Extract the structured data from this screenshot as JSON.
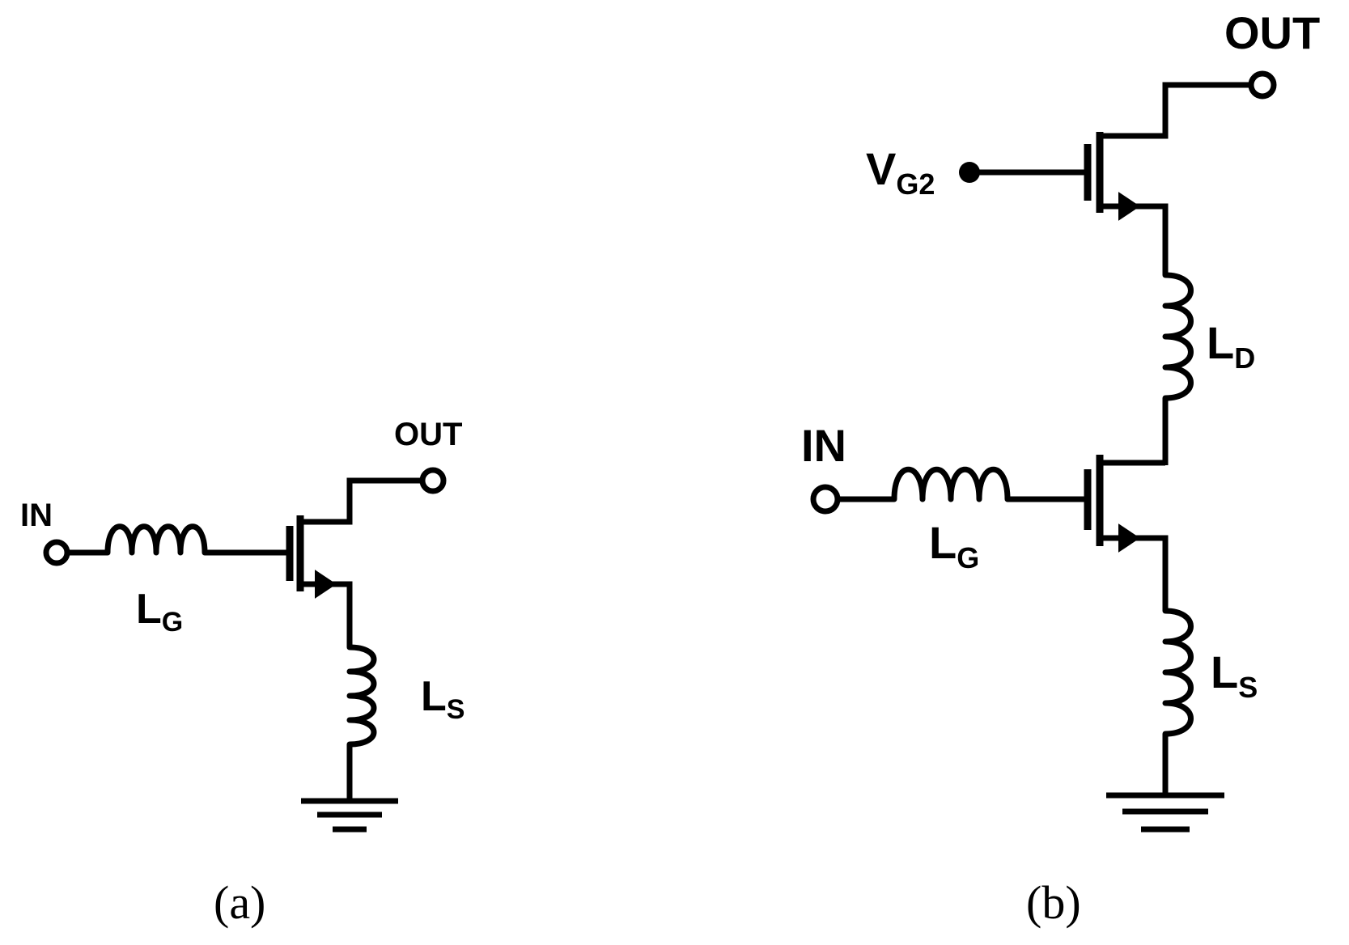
{
  "circuit_a": {
    "caption": "(a)",
    "in_label": "IN",
    "out_label": "OUT",
    "lg_main": "L",
    "lg_sub": "G",
    "ls_main": "L",
    "ls_sub": "S"
  },
  "circuit_b": {
    "caption": "(b)",
    "in_label": "IN",
    "out_label": "OUT",
    "vg2_main": "V",
    "vg2_sub": "G2",
    "lg_main": "L",
    "lg_sub": "G",
    "ld_main": "L",
    "ld_sub": "D",
    "ls_main": "L",
    "ls_sub": "S"
  },
  "colors": {
    "ink": "#000000",
    "background": "#ffffff"
  }
}
